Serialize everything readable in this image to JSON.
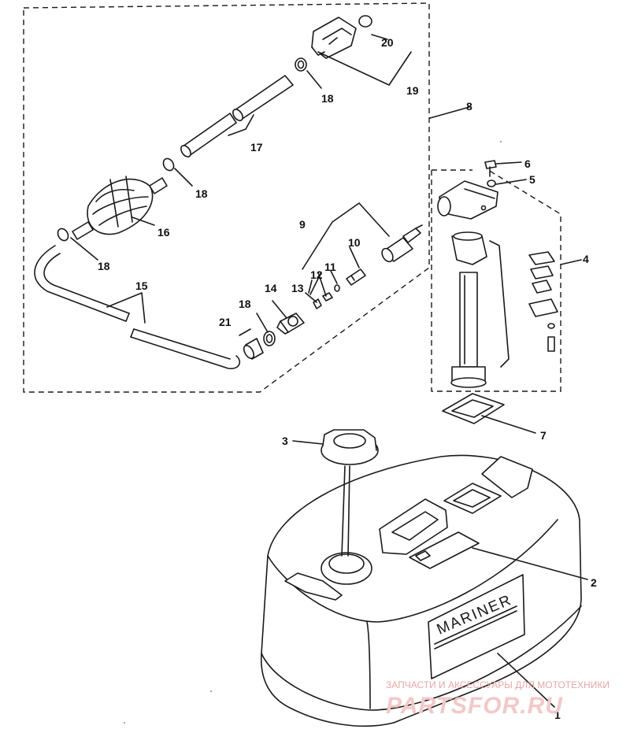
{
  "callouts": {
    "c1": "1",
    "c2": "2",
    "c3": "3",
    "c4": "4",
    "c5": "5",
    "c6": "6",
    "c7": "7",
    "c8": "8",
    "c9": "9",
    "c10": "10",
    "c11": "11",
    "c12": "12",
    "c13": "13",
    "c14": "14",
    "c15": "15",
    "c16": "16",
    "c17": "17",
    "c18a": "18",
    "c18b": "18",
    "c18c": "18",
    "c18d": "18",
    "c19": "19",
    "c20": "20",
    "c21": "21"
  },
  "tank": {
    "brand": "MARINER"
  },
  "watermark": {
    "caption": "ЗАПЧАСТИ И АКСЕССУАРЫ ДЛЯ МОТОТЕХНИКИ",
    "site": "PARTSFOR.RU"
  }
}
